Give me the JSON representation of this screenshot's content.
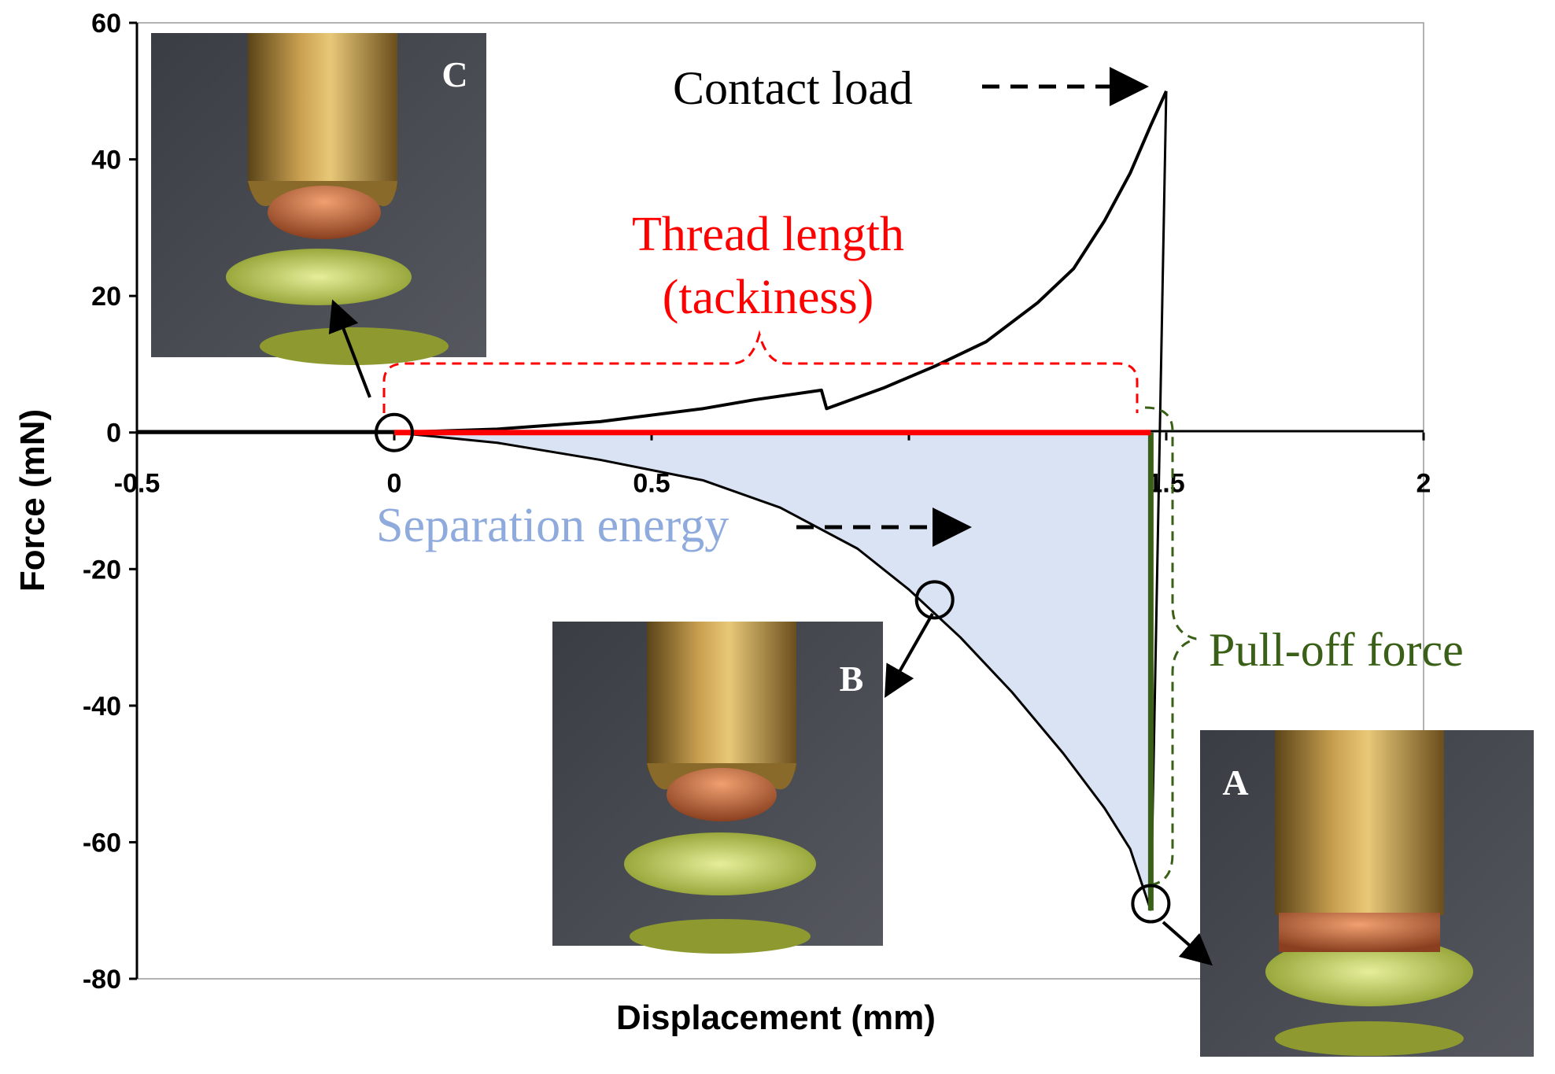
{
  "chart_data": {
    "type": "line",
    "xlabel": "Displacement (mm)",
    "ylabel": "Force (mN)",
    "xlim": [
      -0.5,
      2
    ],
    "ylim": [
      -80,
      60
    ],
    "x_ticks": [
      -0.5,
      0,
      0.5,
      1,
      1.5,
      2
    ],
    "x_tick_labels": [
      "-0.5",
      "0",
      "0.5",
      "",
      "1.5",
      "2"
    ],
    "y_ticks": [
      -80,
      -60,
      -40,
      -20,
      0,
      20,
      40,
      60
    ],
    "y_tick_labels": [
      "-80",
      "-60",
      "-40",
      "-20",
      "0",
      "20",
      "40",
      "60"
    ],
    "grid": false,
    "series": [
      {
        "role": "approach",
        "color": "#000000",
        "x": [
          -0.5,
          0,
          0.2,
          0.4,
          0.6,
          0.7,
          0.83,
          0.84,
          0.95,
          1.05,
          1.15,
          1.25,
          1.32,
          1.38,
          1.43,
          1.47,
          1.5
        ],
        "y": [
          0,
          0,
          0.5,
          1.6,
          3.5,
          4.8,
          6.2,
          3.5,
          6.5,
          9.7,
          13.3,
          19,
          24,
          31,
          38,
          45,
          50
        ]
      },
      {
        "role": "separation",
        "color": "#000000",
        "x": [
          -0.5,
          0,
          0.2,
          0.4,
          0.6,
          0.75,
          0.9,
          1,
          1.1,
          1.2,
          1.3,
          1.38,
          1.43,
          1.47
        ],
        "y": [
          0,
          0,
          -1.5,
          -4,
          -7,
          -11,
          -17,
          -23,
          -30,
          -38,
          -47,
          -55,
          -61,
          -70
        ]
      },
      {
        "role": "unloading",
        "color": "#000000",
        "x": [
          1.5,
          1.47
        ],
        "y": [
          50,
          -70
        ]
      },
      {
        "role": "pull-off",
        "color": "#3a6018",
        "x": [
          1.47,
          1.47
        ],
        "y": [
          0,
          -70
        ]
      },
      {
        "role": "thread",
        "color": "#ff0000",
        "x": [
          0,
          1.47
        ],
        "y": [
          0,
          0
        ]
      }
    ],
    "shaded_region": {
      "label": "Separation energy",
      "color": "#dae3f3"
    },
    "annotations": {
      "contact_load": "Contact load",
      "thread_length_1": "Thread length",
      "thread_length_2": "(tackiness)",
      "separation_energy": "Separation energy",
      "pull_off_force": "Pull-off force"
    },
    "markers": [
      {
        "label": "C",
        "x": 0,
        "y": 0
      },
      {
        "label": "B",
        "x": 1.05,
        "y": -24.5
      },
      {
        "label": "A",
        "x": 1.47,
        "y": -69
      }
    ],
    "colors": {
      "thread": "#ff0000",
      "pull_off": "#3a6018",
      "separation_fill": "#dae3f3",
      "separation_text": "#8faadc"
    }
  }
}
